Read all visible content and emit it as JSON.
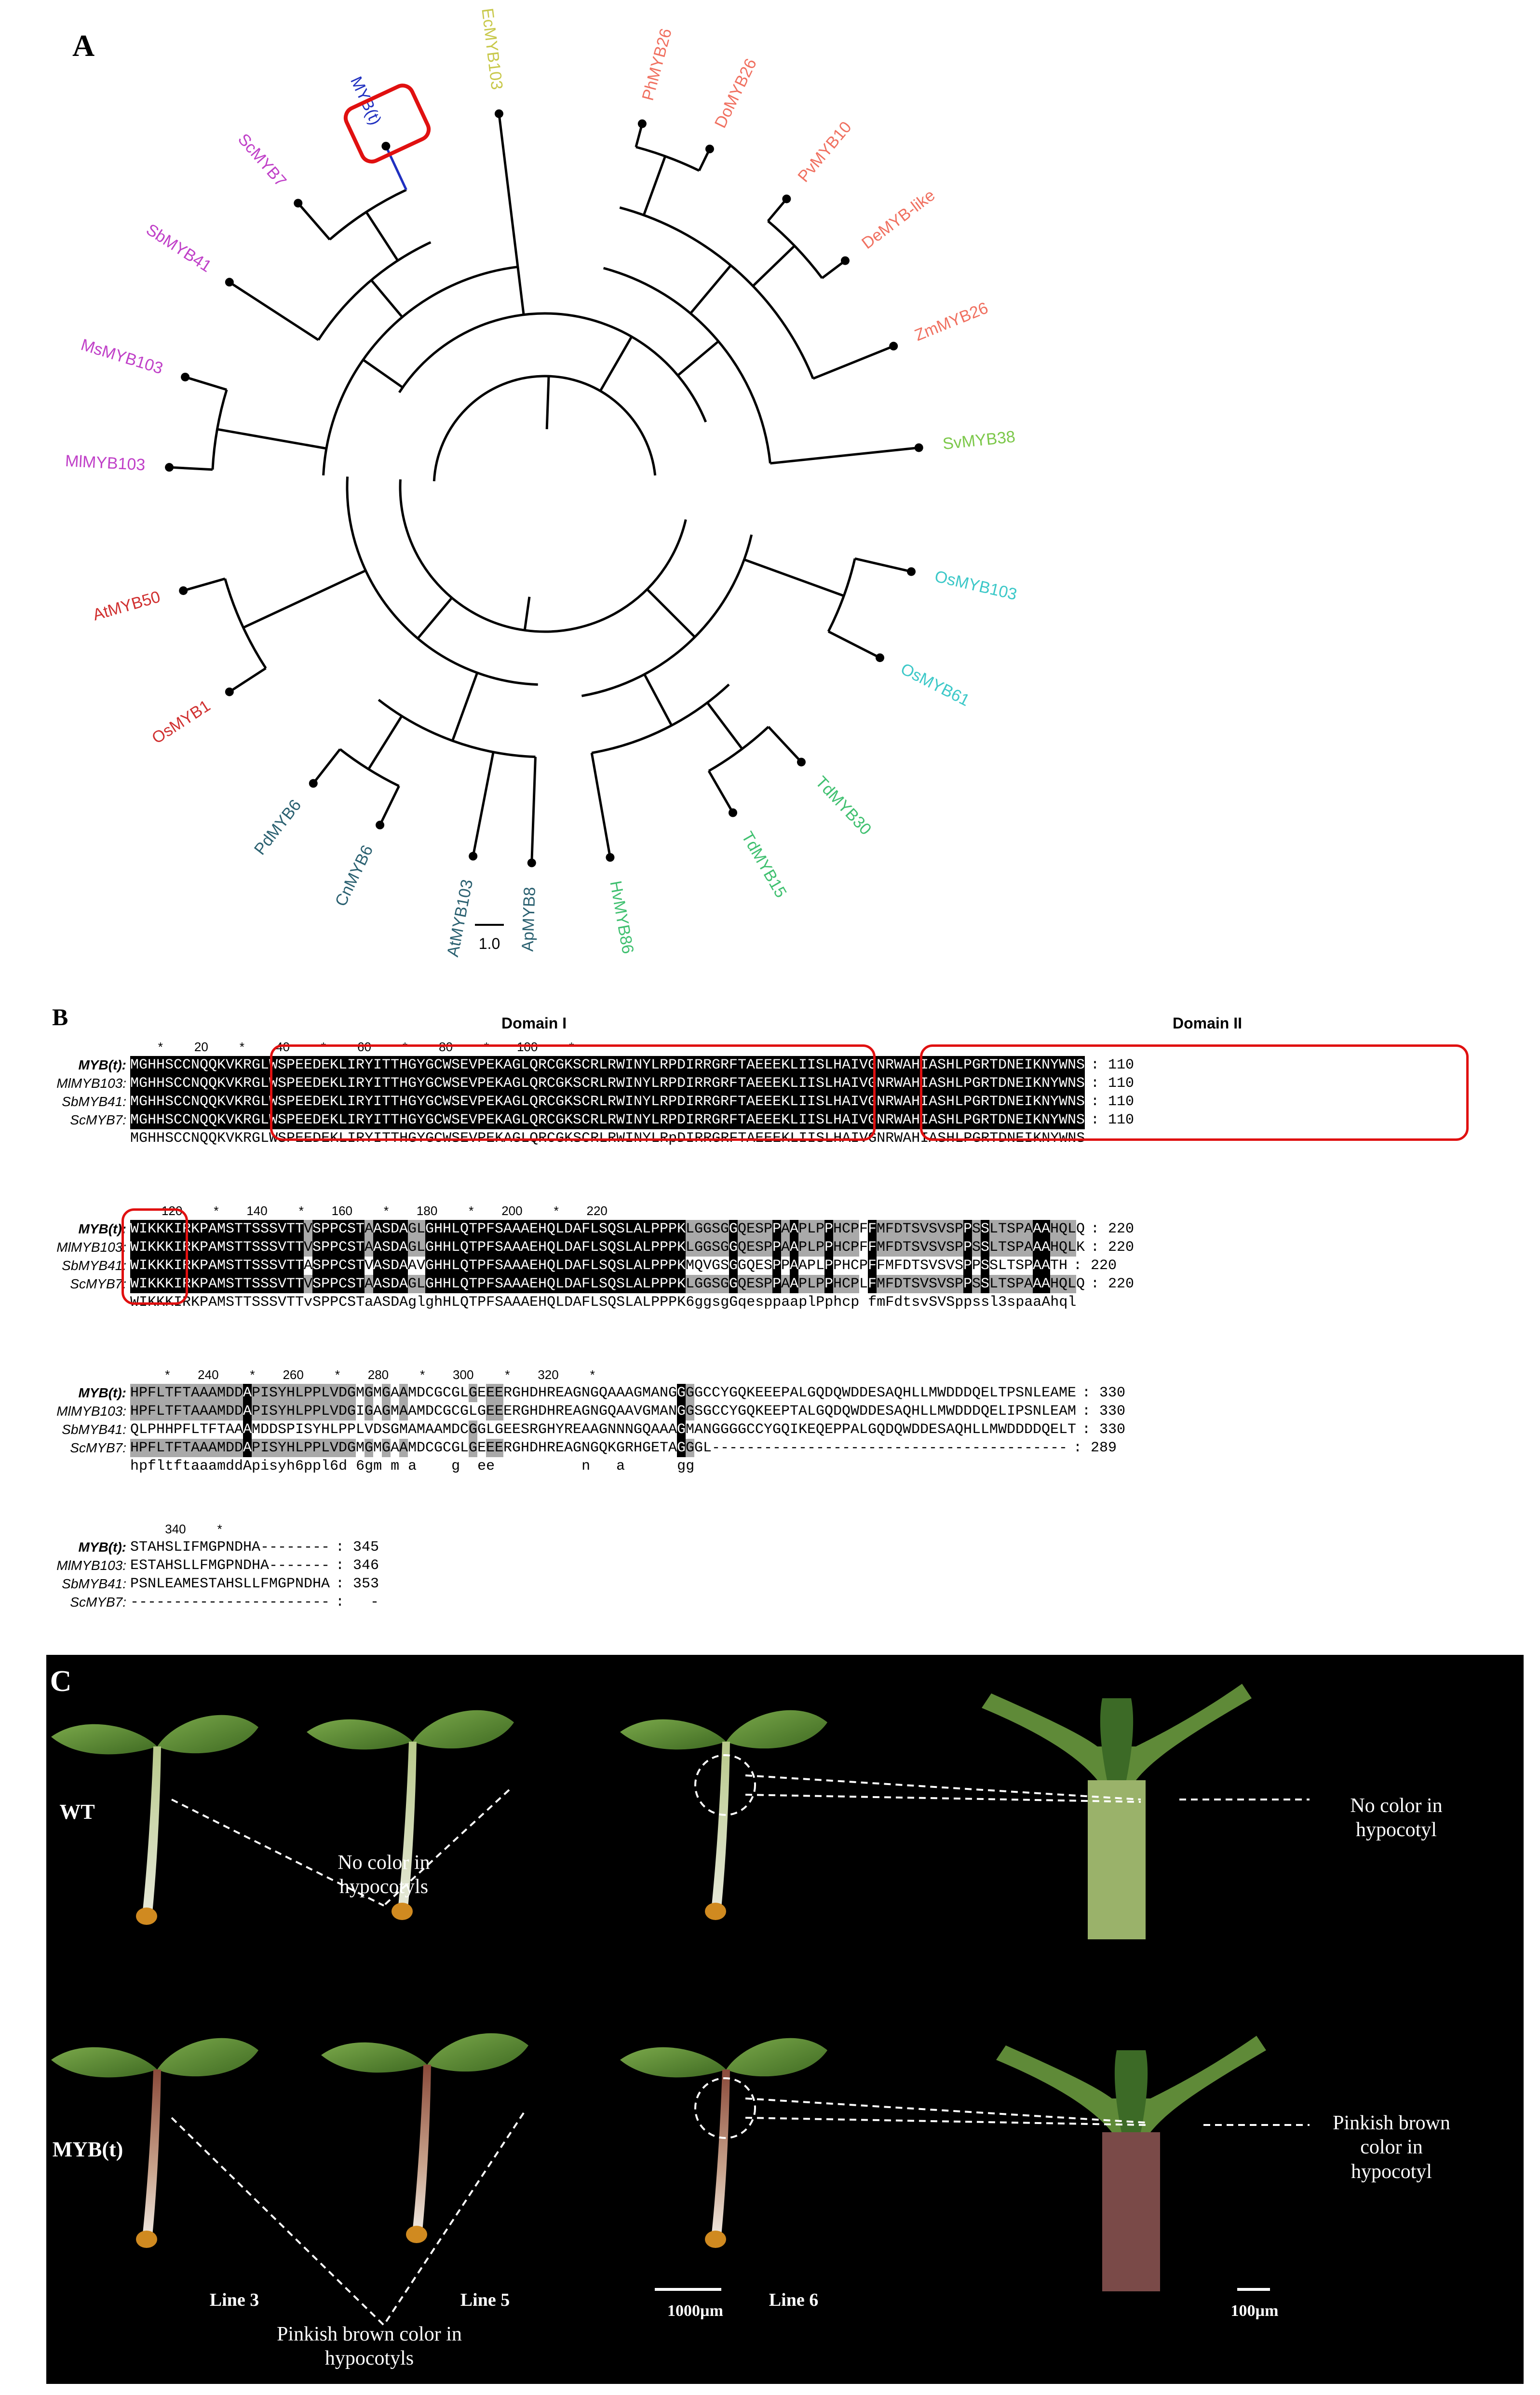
{
  "panelA": {
    "letter": "A",
    "scale_label": "1.0",
    "highlighted_leaf": "MYB(t)",
    "leaves": [
      {
        "name": "MYB(t)",
        "color": "#2030c0",
        "angle": 245
      },
      {
        "name": "EcMYB103",
        "color": "#c8c84a",
        "angle": 263
      },
      {
        "name": "PhMYB26",
        "color": "#f07060",
        "angle": 285
      },
      {
        "name": "DoMYB26",
        "color": "#f07060",
        "angle": 296
      },
      {
        "name": "PvMYB10",
        "color": "#f07060",
        "angle": 310
      },
      {
        "name": "DeMYB-like",
        "color": "#f07060",
        "angle": 323
      },
      {
        "name": "ZmMYB26",
        "color": "#f07060",
        "angle": 338
      },
      {
        "name": "SvMYB38",
        "color": "#7cc84a",
        "angle": 354
      },
      {
        "name": "OsMYB103",
        "color": "#3cc8c8",
        "angle": 13
      },
      {
        "name": "OsMYB61",
        "color": "#3cc8c8",
        "angle": 27
      },
      {
        "name": "TdMYB30",
        "color": "#40c070",
        "angle": 47
      },
      {
        "name": "TdMYB15",
        "color": "#40c070",
        "angle": 60
      },
      {
        "name": "HvMYB86",
        "color": "#40c070",
        "angle": 80
      },
      {
        "name": "ApMYB8",
        "color": "#2a6070",
        "angle": 92
      },
      {
        "name": "AtMYB103",
        "color": "#2a6070",
        "angle": 101
      },
      {
        "name": "CnMYB6",
        "color": "#2a6070",
        "angle": 116
      },
      {
        "name": "PdMYB6",
        "color": "#2a6070",
        "angle": 128
      },
      {
        "name": "OsMYB1",
        "color": "#d03030",
        "angle": 147
      },
      {
        "name": "AtMYB50",
        "color": "#d03030",
        "angle": 164
      },
      {
        "name": "MlMYB103",
        "color": "#c040c8",
        "angle": 183
      },
      {
        "name": "MsMYB103",
        "color": "#c040c8",
        "angle": 197
      },
      {
        "name": "SbMYB41",
        "color": "#c040c8",
        "angle": 213
      },
      {
        "name": "ScMYB7",
        "color": "#c040c8",
        "angle": 229
      }
    ]
  },
  "panelB": {
    "letter": "B",
    "domain1": "Domain I",
    "domain2": "Domain II",
    "blocks": [
      {
        "ruler": "        *         20         *         40         *         60         *         80         *        100         *",
        "rows": [
          {
            "name": "MYB(t):",
            "bold": true,
            "seq": "MGHHSCCNQQKVKRGLWSPEEDEKLIRYITTHGYGCWSEVPEKAGLQRCGKSCRLRWINYLRPDIRRGRFTAEEEKLIISLHAIVGNRWAHIASHLPGRTDNEIKNYWNS",
            "end": ": 110"
          },
          {
            "name": "MlMYB103:",
            "bold": false,
            "seq": "MGHHSCCNQQKVKRGLWSPEEDEKLIRYITTHGYGCWSEVPEKAGLQRCGKSCRLRWINYLRPDIRRGRFTAEEEKLIISLHAIVGNRWAHIASHLPGRTDNEIKNYWNS",
            "end": ": 110"
          },
          {
            "name": "SbMYB41:",
            "bold": false,
            "seq": "MGHHSCCNQQKVKRGLWSPEEDEKLIRYITTHGYGCWSEVPEKAGLQRCGKSCRLRWINYLRPDIRRGRFTAEEEKLIISLHAIVGNRWAHIASHLPGRTDNEIKNYWNS",
            "end": ": 110"
          },
          {
            "name": "ScMYB7:",
            "bold": false,
            "seq": "MGHHSCCNQQKVKRGLWSPEEDEKLIRYITTHGYGCWSEVPEKAGLQRCGKSCRLRWINYLRPDIRRGRFTAEEEKLIISLHAIVGNRWAHIASHLPGRTDNEIKNYWNS",
            "end": ": 110"
          }
        ],
        "consensus": "MGHHSCCNQQKVKRGLWSPEEDEKLIRYITTHGYGCWSEVPEKAGLQRCGKSCRLRWINYLRpDIRRGRFTAEEEKLIISLHAIVGNRWAHIASHLPGRTDNEIKNYWNS"
      },
      {
        "ruler": "         120         *        140         *        160         *        180         *        200         *        220",
        "rows": [
          {
            "name": "MYB(t):",
            "bold": true,
            "seq": "WIKKKIRKPAMSTTSSSVTTVSPPCSTAASDAGLGHHLQTPFSAAAEHQLDAFLSQSLALPPPKLGGSGGQESPPAAPLPPHCPFFMFDTSVSVSPPSSLTSPAAAHQLQ",
            "end": ": 220"
          },
          {
            "name": "MlMYB103:",
            "bold": false,
            "seq": "WIKKKIRKPAMSTTSSSVTTVSPPCSTAASDAGLGHHLQTPFSAAAEHQLDAFLSQSLALPPPKLGGSGGQESPPAAPLPPHCPFFMFDTSVSVSPPSSLTSPAAAHQLK",
            "end": ": 220"
          },
          {
            "name": "SbMYB41:",
            "bold": false,
            "seq": "WIKKKIRKPAMSTTSSSVTTASPPCSTVASDAAVGHHLQTPFSAAAEHQLDAFLSQSLALPPPKMQVGSGGQESPPAAPLPPHCPFFMFDTSVSVSPPSSLTSPAATH",
            "end": ": 220"
          },
          {
            "name": "ScMYB7:",
            "bold": false,
            "seq": "WIKKKIRKPAMSTTSSSVTTVSPPCSTAASDAGLGHHLQTPFSAAAEHQLDAFLSQSLALPPPKLGGSGGQESPPAAPLPPHCPLFMFDTSVSVSPPSSLTSPAAAHQLQ",
            "end": ": 220"
          }
        ],
        "consensus": "WIKKKIRKPAMSTTSSSVTTvSPPCSTaASDAglghHLQTPFSAAAEHQLDAFLSQSLALPPPK6ggsgGqesppaaplPphcp fmFdtsvSVSppssl3spaaAhql"
      },
      {
        "ruler": "          *        240         *        260         *        280         *        300         *        320         *",
        "rows": [
          {
            "name": "MYB(t):",
            "bold": true,
            "seq": "HPFLTFTAAAMDDAPISYHLPPLVDGMGMGAAMDCGCGLGEEERGHDHREAGNGQAAAGMANGGGGCCYGQKEEEPALGQDQWDDESAQHLLMWDDDQELTPSNLEAME",
            "end": ": 330"
          },
          {
            "name": "MlMYB103:",
            "bold": false,
            "seq": "HPFLTFTAAAMDDAPISYHLPPLVDGIGAGMAAMDCGCGLGEEERGHDHREAGNGQAAVGMANGGSGCCYGQKEEPTALGQDQWDDESAQHLLMWDDDQELIPSNLEAM",
            "end": ": 330"
          },
          {
            "name": "SbMYB41:",
            "bold": false,
            "seq": "QLPHHPFLTFTAAAMDDSPISYHLPPLVDSGMAMAAMDCGGLGEESRGHYREAAGNNNGQAAAGMANGGGGCCYGQIKEQEPPALGQDQWDDESAQHLLMWDDDDQELT",
            "end": ": 330"
          },
          {
            "name": "ScMYB7:",
            "bold": false,
            "seq": "HPFLTFTAAAMDDAPISYHLPPLVDGMGMGAAMDCGCGLGEEERGHDHREAGNGQKGRHGETAGGGL-----------------------------------------",
            "end": ": 289"
          }
        ],
        "consensus": "hpfltftaaamddApisyh6ppl6d 6gm m a    g  ee          n   a      gg"
      },
      {
        "ruler": "          340         *",
        "rows": [
          {
            "name": "MYB(t):",
            "bold": true,
            "seq": "STAHSLIFMGPNDHA--------",
            "end": ": 345"
          },
          {
            "name": "MlMYB103:",
            "bold": false,
            "seq": "ESTAHSLLFMGPNDHA-------",
            "end": ": 346"
          },
          {
            "name": "SbMYB41:",
            "bold": false,
            "seq": "PSNLEAMESTAHSLLFMGPNDHA",
            "end": ": 353"
          },
          {
            "name": "ScMYB7:",
            "bold": false,
            "seq": "-----------------------",
            "end": ":   -"
          }
        ],
        "consensus": ""
      }
    ]
  },
  "panelC": {
    "letter": "C",
    "row_wt": "WT",
    "row_myb": "MYB(t)",
    "wt_caption": "No color in\nhypocotyls",
    "wt_zoom_caption": "No color in\nhypocotyl",
    "myb_caption": "Pinkish brown color in\nhypocotyls",
    "myb_zoom_caption": "Pinkish brown\ncolor in\nhypocotyl",
    "line3": "Line 3",
    "line5": "Line 5",
    "line6": "Line 6",
    "scale1": "1000µm",
    "scale2": "100µm"
  }
}
